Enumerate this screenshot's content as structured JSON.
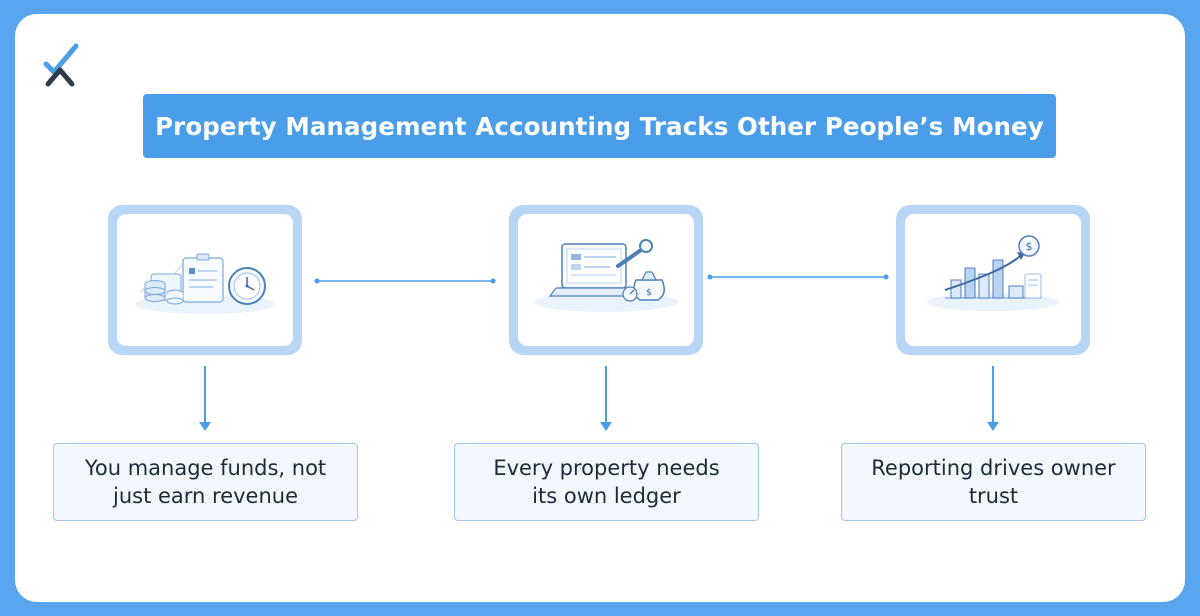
{
  "title": "Property Management Accounting Tracks Other People’s Money",
  "steps": [
    {
      "icon": "accounting-documents-clock-icon",
      "caption": "You manage funds, not just earn revenue"
    },
    {
      "icon": "laptop-wrench-money-bag-icon",
      "caption": "Every property needs its own ledger"
    },
    {
      "icon": "bar-chart-dollar-icon",
      "caption": "Reporting drives owner trust"
    }
  ],
  "colors": {
    "background": "#5aa6ee",
    "banner": "#4a9de9",
    "frame": "#b7d6f6",
    "arrow": "#4a9de9",
    "caption_border": "#9ec6ef",
    "caption_fill": "#f1f7fd",
    "logo_blue": "#4a9de9",
    "logo_dark": "#2f3a4a"
  }
}
